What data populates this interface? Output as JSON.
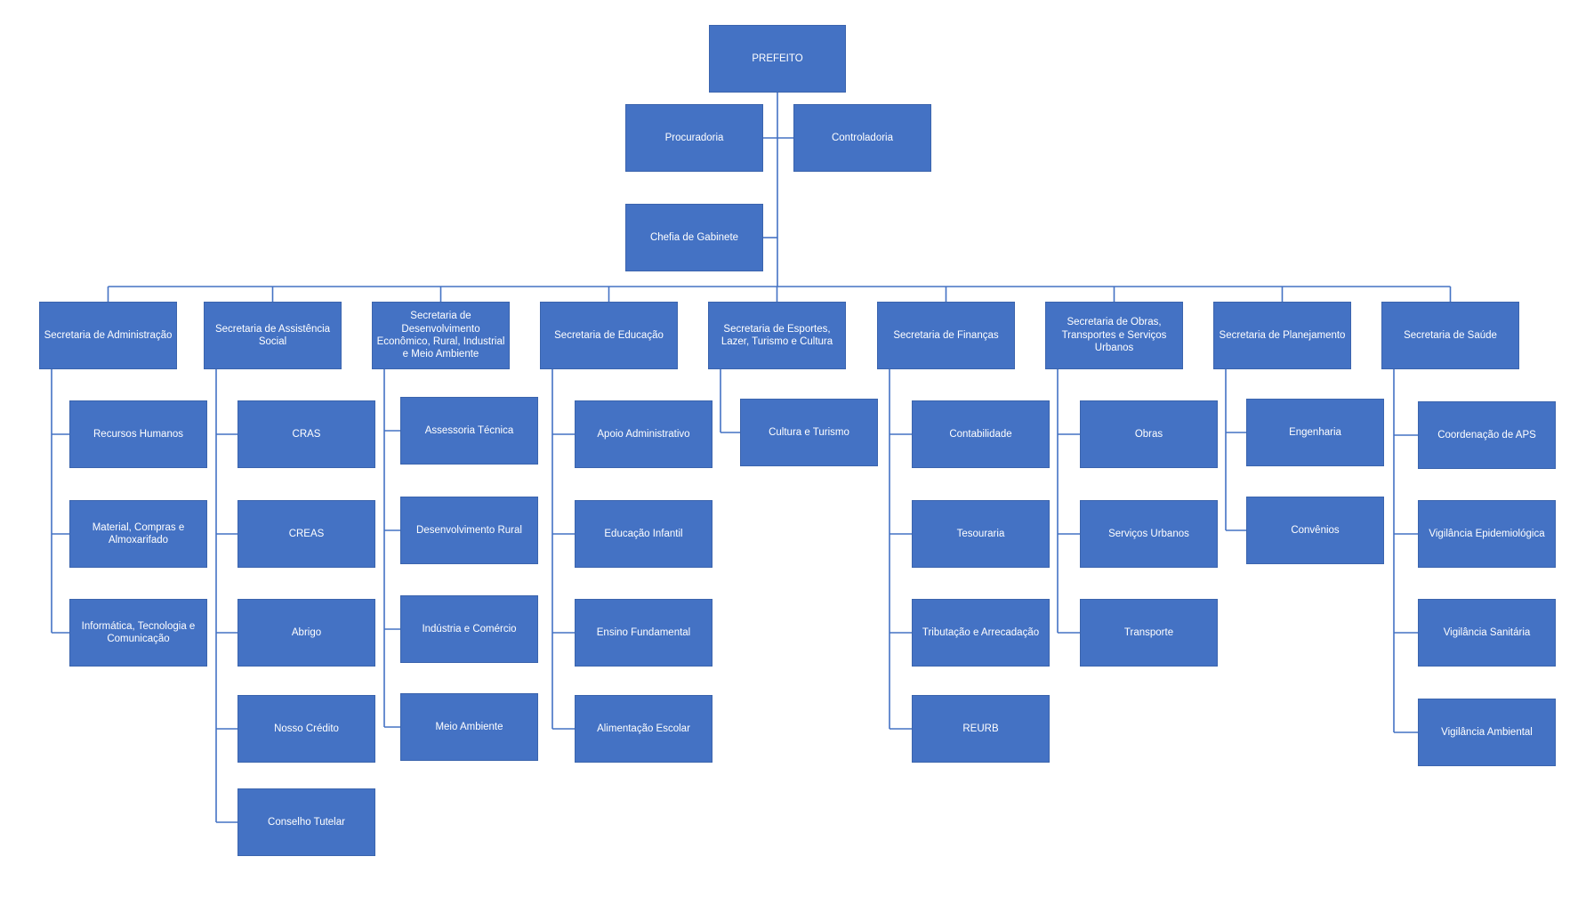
{
  "colors": {
    "box_fill": "#4472C4",
    "box_text": "#FFFFFF",
    "connector": "#4472C4",
    "background": "#FFFFFF"
  },
  "root": {
    "label": "PREFEITO"
  },
  "assistants": [
    {
      "id": "procuradoria",
      "label": "Procuradoria"
    },
    {
      "id": "controladoria",
      "label": "Controladoria"
    },
    {
      "id": "chefia",
      "label": "Chefia de Gabinete"
    }
  ],
  "departments": [
    {
      "id": "administracao",
      "label": "Secretaria de Administração",
      "children": [
        "Recursos Humanos",
        "Material, Compras e Almoxarifado",
        "Informática, Tecnologia e Comunicação"
      ]
    },
    {
      "id": "assistencia",
      "label": "Secretaria de Assistência Social",
      "children": [
        "CRAS",
        "CREAS",
        "Abrigo",
        "Nosso Crédito",
        "Conselho Tutelar"
      ]
    },
    {
      "id": "desenvolvimento",
      "label": "Secretaria de Desenvolvimento Econômico, Rural, Industrial e Meio Ambiente",
      "children": [
        "Assessoria Técnica",
        "Desenvolvimento Rural",
        "Indústria e Comércio",
        "Meio Ambiente"
      ]
    },
    {
      "id": "educacao",
      "label": "Secretaria de Educação",
      "children": [
        "Apoio Administrativo",
        "Educação Infantil",
        "Ensino Fundamental",
        "Alimentação Escolar"
      ]
    },
    {
      "id": "esportes",
      "label": "Secretaria de Esportes, Lazer, Turismo e Cultura",
      "children": [
        "Cultura e Turismo"
      ]
    },
    {
      "id": "financas",
      "label": "Secretaria de Finanças",
      "children": [
        "Contabilidade",
        "Tesouraria",
        "Tributação e Arrecadação",
        "REURB"
      ]
    },
    {
      "id": "obras",
      "label": "Secretaria de Obras, Transportes e Serviços Urbanos",
      "children": [
        "Obras",
        "Serviços Urbanos",
        "Transporte"
      ]
    },
    {
      "id": "planejamento",
      "label": "Secretaria de Planejamento",
      "children": [
        "Engenharia",
        "Convênios"
      ]
    },
    {
      "id": "saude",
      "label": "Secretaria de Saúde",
      "children": [
        "Coordenação de APS",
        "Vigilância Epidemiológica",
        "Vigilância Sanitária",
        "Vigilância Ambiental"
      ]
    }
  ]
}
